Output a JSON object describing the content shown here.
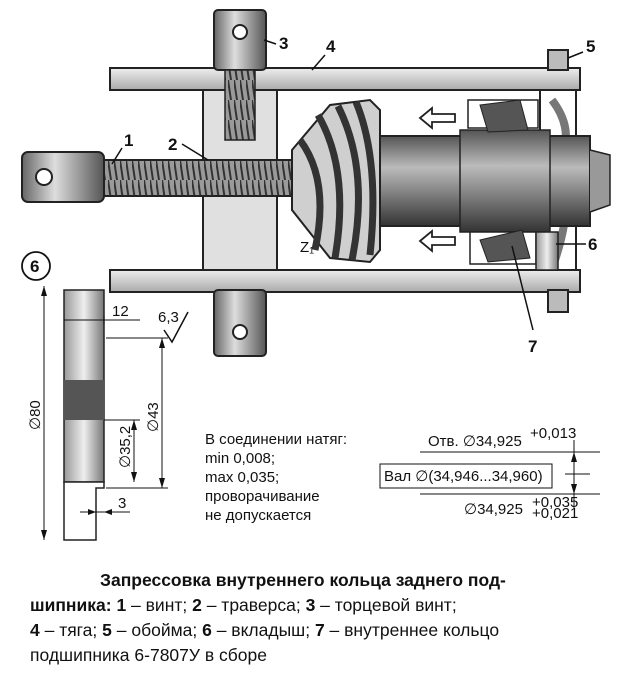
{
  "labels": {
    "c1": "1",
    "c2": "2",
    "c3": "3",
    "c4": "4",
    "c5": "5",
    "c6": "6",
    "c7": "7",
    "view6": "6",
    "gear": "Z₁"
  },
  "dimensions": {
    "d80": "∅80",
    "d43": "∅43",
    "d35": "∅35,2",
    "w12": "12",
    "w3": "3",
    "rough": "6,3"
  },
  "fit_note": {
    "line1": "В соединении натяг:",
    "line2": "min 0,008;",
    "line3": "max 0,035;",
    "line4": "проворачивание",
    "line5": "не допускается"
  },
  "tolerance": {
    "hole_base": "Отв. ∅34,925",
    "hole_sup": "+0,013",
    "shaft": "Вал ∅(34,946...34,960)",
    "shaft_base": "∅34,925",
    "shaft_sup": "+0,035",
    "shaft_sub": "+0,021"
  },
  "caption": {
    "title": "Запрессовка внутреннего кольца заднего под-",
    "l1_start": "шипника:",
    "n1": "1",
    "t1": " – винт; ",
    "n2": "2",
    "t2": " – траверса; ",
    "n3": "3",
    "t3": " – торцевой винт;",
    "n4": "4",
    "t4": " – тяга; ",
    "n5": "5",
    "t5": " – обойма; ",
    "n6": "6",
    "t6": " – вкладыш; ",
    "n7": "7",
    "t7": " – внутреннее кольцо",
    "l4": "подшипника 6-7807У в сборе"
  },
  "colors": {
    "metal_dark": "#4a4a4a",
    "metal_mid": "#8c8c8c",
    "metal_light": "#d6d6d6"
  }
}
